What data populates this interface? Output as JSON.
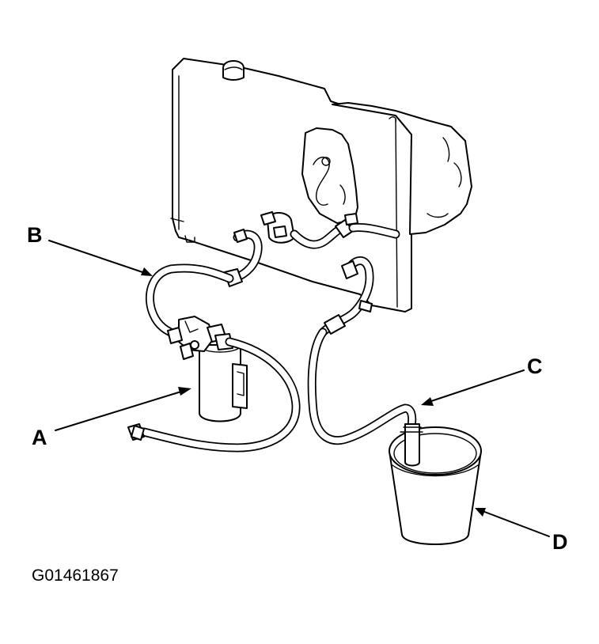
{
  "callouts": {
    "a": "A",
    "b": "B",
    "c": "C",
    "d": "D"
  },
  "figure_code": "G01461867"
}
